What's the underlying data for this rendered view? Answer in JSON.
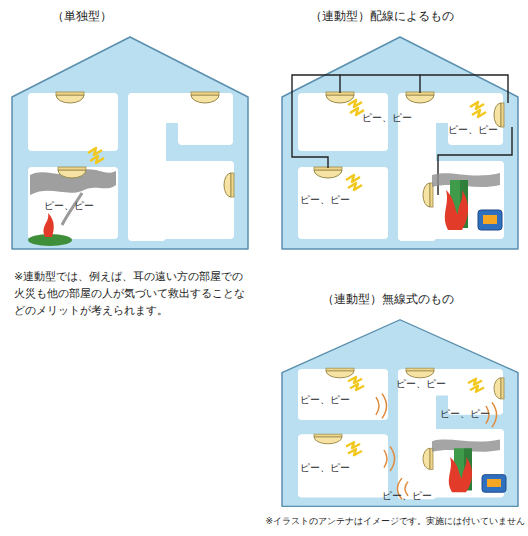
{
  "diagram": {
    "nodes": [
      {
        "text": [
          "（単独型）"
        ]
      },
      {
        "text": [
          "（連動型）配線によるもの"
        ]
      },
      {
        "text": [
          "（連動型）無線式のもの"
        ]
      }
    ],
    "labels": [
      "ピー、ピー",
      "ピー、ピー",
      "ピー、ピー",
      "ピー、ピー",
      "※連動型では、例えば、耳の遠い方の部屋での火災も他の部屋の人が気づいて救出することなどのメリットが考えられます。",
      "ピー、ピー",
      "ピー、ピー",
      "ピー、ピー",
      "ピー、ピー",
      "ピー、ピー",
      "※イラストのアンテナはイメージです。実施には付いていません"
    ]
  }
}
